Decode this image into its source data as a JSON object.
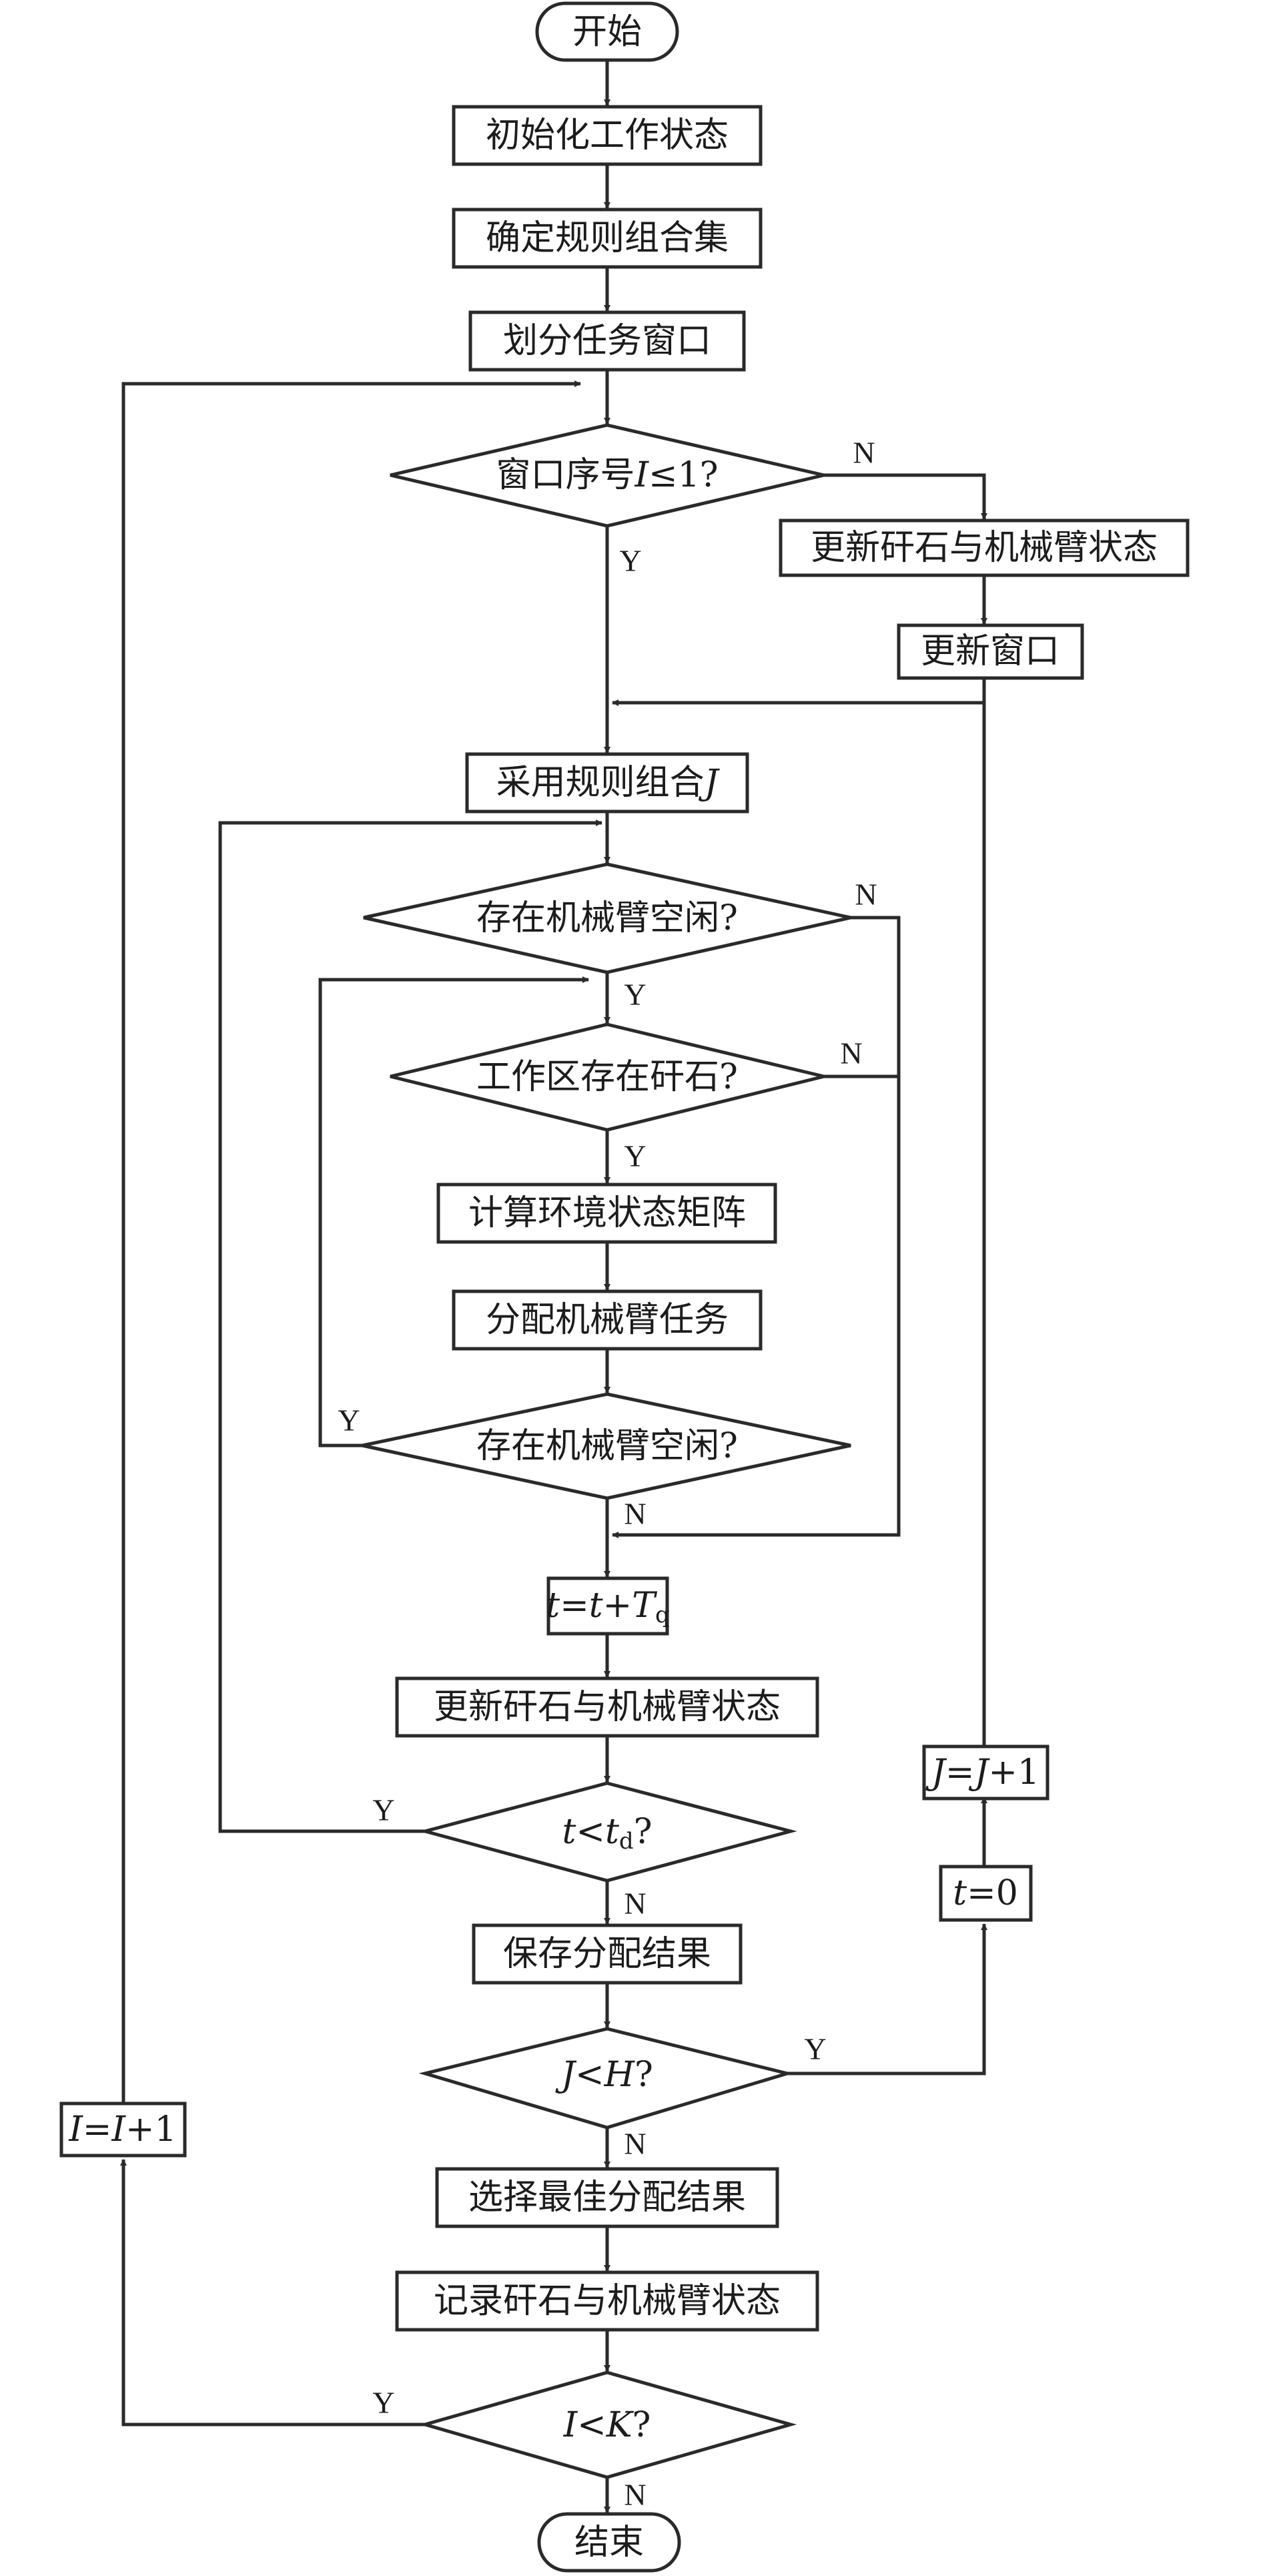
{
  "flowchart": {
    "start": "开始",
    "init_state": "初始化工作状态",
    "determine_rule_set": "确定规则组合集",
    "divide_task_window": "划分任务窗口",
    "window_check": {
      "prefix": "窗口序号",
      "var": "I",
      "suffix": "≤1?"
    },
    "update_stone_arm_state_top": "更新矸石与机械臂状态",
    "update_window": "更新窗口",
    "adopt_rule": {
      "prefix": "采用规则组合",
      "var": "J"
    },
    "arm_idle_check_1": "存在机械臂空闲?",
    "stone_in_zone_check": "工作区存在矸石?",
    "compute_env_matrix": "计算环境状态矩阵",
    "assign_arm_task": "分配机械臂任务",
    "arm_idle_check_2": "存在机械臂空闲?",
    "time_step": {
      "lhs": "t",
      "eq": "=",
      "rhs": "t",
      "plus": "+",
      "T": "T",
      "sub": "q"
    },
    "update_stone_arm_state_mid": "更新矸石与机械臂状态",
    "time_check": {
      "t": "t",
      "lt": "<",
      "td": "t",
      "sub": "d",
      "q": "?"
    },
    "save_result": "保存分配结果",
    "j_check": {
      "J": "J",
      "lt": "<",
      "H": "H",
      "q": "?"
    },
    "select_best": "选择最佳分配结果",
    "record_state": "记录矸石与机械臂状态",
    "i_check": {
      "I": "I",
      "lt": "<",
      "K": "K",
      "q": "?"
    },
    "end": "结束",
    "t_reset": {
      "t": "t",
      "rest": "=0"
    },
    "j_increment": {
      "J1": "J",
      "eq": "=",
      "J2": "J",
      "rest": "+1"
    },
    "i_increment": {
      "I1": "I",
      "eq": "=",
      "I2": "I",
      "rest": "+1"
    },
    "yes": "Y",
    "no": "N"
  }
}
